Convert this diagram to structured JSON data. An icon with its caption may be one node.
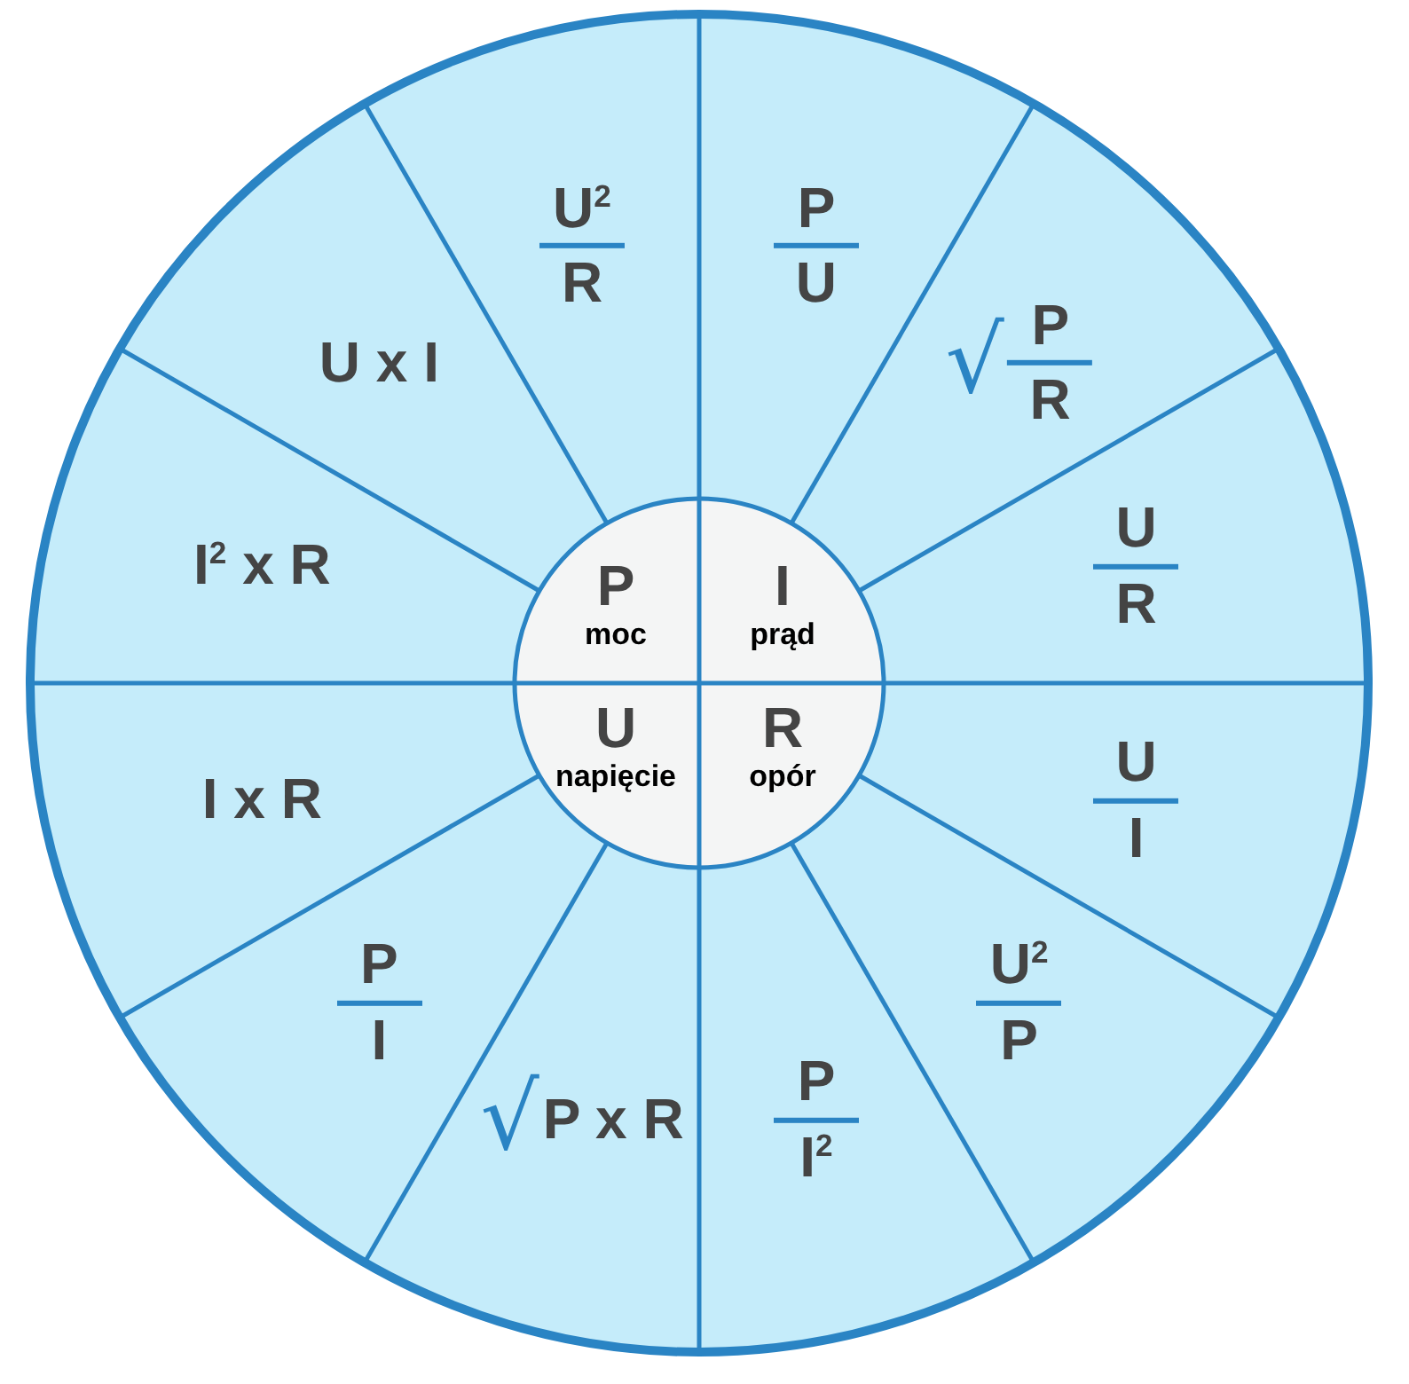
{
  "diagram": {
    "nodes": [
      {
        "text": [],
        "shape": "circle"
      },
      {
        "text": [],
        "shape": "circle",
        "in": 0
      },
      {
        "text": [
          "P",
          "moc"
        ],
        "in": 1
      },
      {
        "text": [
          "I",
          "prąd"
        ],
        "in": 1
      },
      {
        "text": [
          "U",
          "napięcie"
        ],
        "in": 1
      },
      {
        "text": [
          "R",
          "opór"
        ],
        "in": 1
      },
      {
        "text": [
          "U$^{2}$",
          "R"
        ],
        "in": 0
      },
      {
        "text": [
          "U x I"
        ],
        "in": 0
      },
      {
        "text": [
          "I$^{2}$ x R"
        ],
        "in": 0
      },
      {
        "text": [
          "P",
          "U"
        ],
        "in": 0
      },
      {
        "text": [
          "√",
          "P",
          "R"
        ],
        "in": 0
      },
      {
        "text": [
          "U",
          "R"
        ],
        "in": 0
      },
      {
        "text": [
          "U",
          "I"
        ],
        "in": 0
      },
      {
        "text": [
          "U$^{2}$",
          "P"
        ],
        "in": 0
      },
      {
        "text": [
          "P",
          "I$^{2}$"
        ],
        "in": 0
      },
      {
        "text": [
          "√",
          "P x R"
        ],
        "in": 0
      },
      {
        "text": [
          "P",
          "I"
        ],
        "in": 0
      },
      {
        "text": [
          "I x R"
        ],
        "in": 0
      }
    ]
  }
}
